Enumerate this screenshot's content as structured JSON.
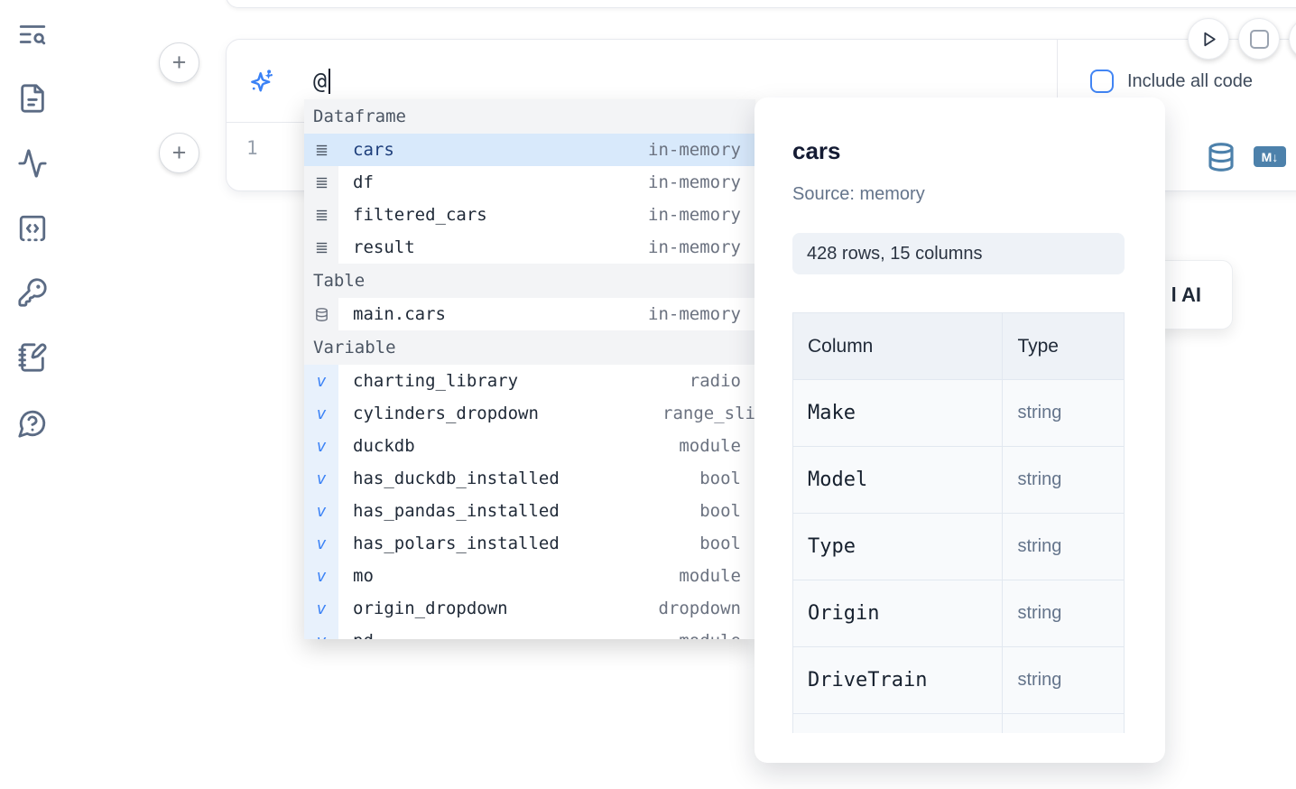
{
  "sidebar": {
    "icons": [
      {
        "name": "text-search-icon"
      },
      {
        "name": "file-text-icon"
      },
      {
        "name": "activity-icon"
      },
      {
        "name": "code-snippet-icon"
      },
      {
        "name": "key-icon"
      },
      {
        "name": "notebook-pen-icon"
      },
      {
        "name": "help-chat-icon"
      }
    ]
  },
  "toolbar": {
    "run_button": "play-icon",
    "stop_button": "stop-icon"
  },
  "cell": {
    "add_button_label": "+",
    "ai_prompt": {
      "value": "@",
      "icon": "sparkles-icon"
    },
    "include_all_code": {
      "label": "Include all code",
      "checked": false
    },
    "line_number": "1",
    "markdown_badge": "M↓"
  },
  "autocomplete": {
    "variable_glyph": "v",
    "sections": [
      {
        "label": "Dataframe",
        "items": [
          {
            "name": "cars",
            "detail": "in-memory",
            "selected": true
          },
          {
            "name": "df",
            "detail": "in-memory"
          },
          {
            "name": "filtered_cars",
            "detail": "in-memory"
          },
          {
            "name": "result",
            "detail": "in-memory"
          }
        ]
      },
      {
        "label": "Table",
        "items": [
          {
            "name": "main.cars",
            "detail": "in-memory"
          }
        ]
      },
      {
        "label": "Variable",
        "items": [
          {
            "name": "charting_library",
            "detail": "radio"
          },
          {
            "name": "cylinders_dropdown",
            "detail": "range_sli"
          },
          {
            "name": "duckdb",
            "detail": "module"
          },
          {
            "name": "has_duckdb_installed",
            "detail": "bool"
          },
          {
            "name": "has_pandas_installed",
            "detail": "bool"
          },
          {
            "name": "has_polars_installed",
            "detail": "bool"
          },
          {
            "name": "mo",
            "detail": "module"
          },
          {
            "name": "origin_dropdown",
            "detail": "dropdown"
          },
          {
            "name": "pd",
            "detail": "module"
          }
        ]
      }
    ]
  },
  "preview": {
    "title": "cars",
    "source": "Source: memory",
    "shape": "428 rows, 15 columns",
    "schema": {
      "headers": [
        "Column",
        "Type"
      ],
      "rows": [
        [
          "Make",
          "string"
        ],
        [
          "Model",
          "string"
        ],
        [
          "Type",
          "string"
        ],
        [
          "Origin",
          "string"
        ],
        [
          "DriveTrain",
          "string"
        ]
      ]
    }
  },
  "ai_card": {
    "visible_text": "l AI"
  },
  "colors": {
    "accent_blue": "#3b82f6",
    "steel_blue": "#4d81ab",
    "selection_bg": "#d8e9fb",
    "sidebar_icon": "#5b6b84"
  }
}
